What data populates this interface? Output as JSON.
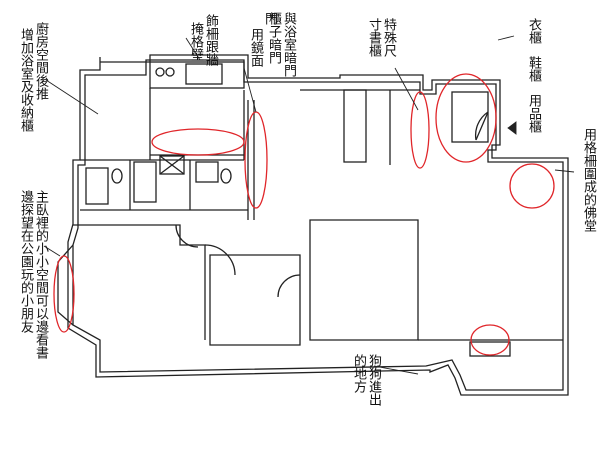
{
  "annotations": {
    "kitchen_bath": "廚房空間後推 增加浴室及收納櫃",
    "trim_door": "飾柵跟牆掩格壁",
    "mirror": "門用鏡面",
    "cabinet_door": "與浴室暗門 櫃子暗門",
    "book_cabinet": "特殊尺寸 書櫃",
    "wardrobe": "衣櫃 鞋櫃 用品櫃",
    "buddha_room": "用格柵圍成的佛堂",
    "master_bay": "主臥裡的小小空間可以邊看書 邊探望在公園玩的小朋友",
    "dog_area": "狗狗進出 的地方"
  },
  "columns": {
    "kitchen_bath": [
      "廚房空間後推",
      "增加浴室及收納櫃"
    ],
    "trim_door": [
      "飾柵跟牆",
      "掩格壁"
    ],
    "mirror": [
      "門",
      "用鏡面"
    ],
    "cabinet_door": [
      "與浴室暗門",
      "櫃子暗門"
    ],
    "book_cabinet": [
      "特殊尺",
      "寸書櫃"
    ],
    "wardrobe": [
      "衣櫃",
      "鞋櫃",
      "用品櫃"
    ],
    "buddha_room": [
      "用格柵圍成的佛堂"
    ],
    "master_bay": [
      "主臥裡的小小空間可以邊看書",
      "邊探望在公園玩的小朋友"
    ],
    "dog_area": [
      "狗狗進出",
      "的地方"
    ]
  },
  "colors": {
    "wall": "#222222",
    "marker": "#e0262a",
    "text": "#111111"
  }
}
